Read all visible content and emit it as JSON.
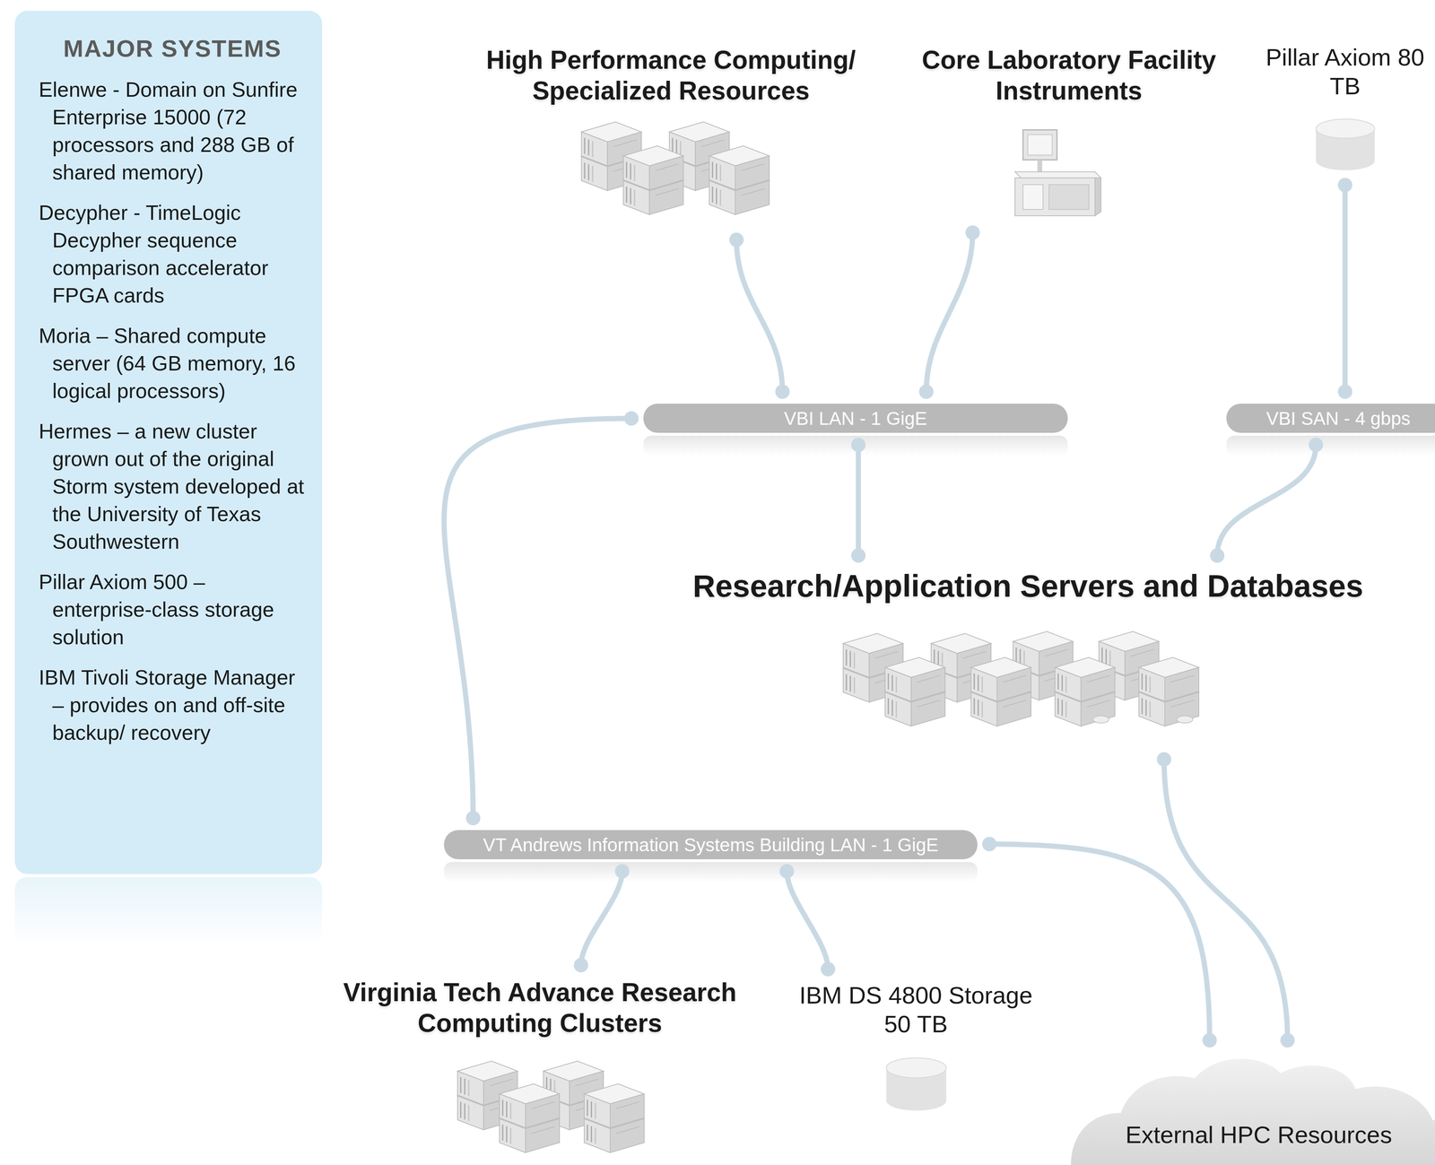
{
  "diagram": {
    "nodes": [
      {
        "text": [
          "MAJOR SYSTEMS",
          "Elenwe - Domain on Sunfire Enterprise 15000 (72 processors and 288 GB of shared memory)",
          "Decypher - TimeLogic Decypher sequence comparison accelerator FPGA cards",
          "Moria – Shared compute server (64 GB memory, 16 logical processors)",
          "Hermes – a new cluster grown out of the original Storm system developed at the University of Texas Southwestern",
          "Pillar Axiom 500 – enterprise-class storage solution",
          "IBM Tivoli Storage Manager – provides on and off-site backup/ recovery"
        ]
      },
      {
        "text": [
          "High Performance Computing/ Specialized Resources"
        ]
      },
      {
        "text": [
          "Core Laboratory Facility Instruments"
        ]
      },
      {
        "text": [
          "Pillar Axiom 80 TB"
        ]
      },
      {
        "text": [
          "VBI LAN - 1 GigE"
        ]
      },
      {
        "text": [
          "VBI SAN - 4 gbps"
        ]
      },
      {
        "text": [
          "Research/Application Servers and Databases"
        ]
      },
      {
        "text": [
          "VT Andrews Information Systems Building LAN - 1 GigE"
        ]
      },
      {
        "text": [
          "Virginia Tech Advance Research Computing Clusters"
        ]
      },
      {
        "text": [
          "IBM DS 4800 Storage 50 TB"
        ]
      },
      {
        "text": [
          "External HPC Resources"
        ]
      }
    ],
    "edges": [
      {
        "from": 1,
        "to": 4,
        "arrow": "none"
      },
      {
        "from": 2,
        "to": 4,
        "arrow": "none"
      },
      {
        "from": 3,
        "to": 5,
        "arrow": "none"
      },
      {
        "from": 4,
        "to": 6,
        "arrow": "none"
      },
      {
        "from": 5,
        "to": 6,
        "arrow": "none"
      },
      {
        "from": 4,
        "to": 7,
        "arrow": "none"
      },
      {
        "from": 7,
        "to": 8,
        "arrow": "none"
      },
      {
        "from": 7,
        "to": 9,
        "arrow": "none"
      },
      {
        "from": 7,
        "to": 10,
        "arrow": "none"
      },
      {
        "from": 6,
        "to": 10,
        "arrow": "none"
      }
    ]
  }
}
